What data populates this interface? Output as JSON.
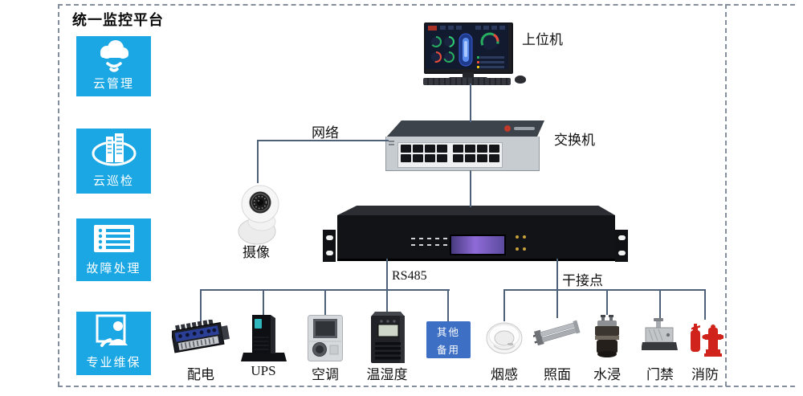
{
  "title": "统一监控平台",
  "sidebar": {
    "items": [
      {
        "label": "云管理",
        "icon": "cloud-icon"
      },
      {
        "label": "云巡检",
        "icon": "building-patrol-icon"
      },
      {
        "label": "故障处理",
        "icon": "fault-list-icon"
      },
      {
        "label": "专业维保",
        "icon": "technician-icon"
      }
    ]
  },
  "nodes": {
    "host_label": "上位机",
    "switch_label": "交换机",
    "network_label": "网络",
    "camera_label": "摄像",
    "rs485_label": "RS485",
    "dry_contact_label": "干接点",
    "spare_line1": "其他",
    "spare_line2": "备用"
  },
  "devices": {
    "rs485": [
      {
        "label": "配电"
      },
      {
        "label": "UPS"
      },
      {
        "label": "空调"
      },
      {
        "label": "温湿度"
      }
    ],
    "dry_contact": [
      {
        "label": "烟感"
      },
      {
        "label": "照面"
      },
      {
        "label": "水浸"
      },
      {
        "label": "门禁"
      },
      {
        "label": "消防"
      }
    ]
  },
  "colors": {
    "accent_blue": "#1aa7e3",
    "spare_blue": "#3d6fc4",
    "line": "#4e6178",
    "fire_red": "#cf231c"
  }
}
